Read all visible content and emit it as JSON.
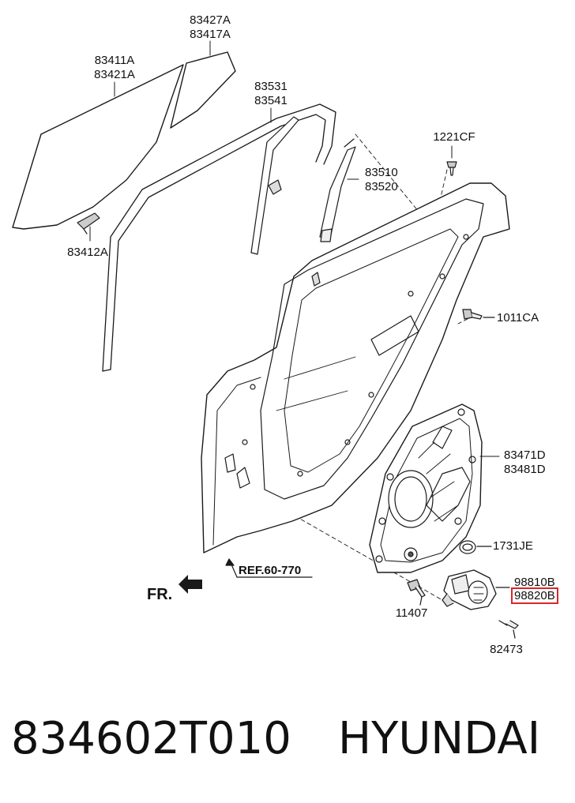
{
  "labels": {
    "l83427": [
      "83427A",
      "83417A"
    ],
    "l83411": [
      "83411A",
      "83421A"
    ],
    "l83531": [
      "83531",
      "83541"
    ],
    "l1221": [
      "1221CF"
    ],
    "l83510": [
      "83510",
      "83520"
    ],
    "l83412": [
      "83412A"
    ],
    "l1011": [
      "1011CA"
    ],
    "l83471": [
      "83471D",
      "83481D"
    ],
    "l1731": [
      "1731JE"
    ],
    "l98810": "98810B",
    "l98820": "98820B",
    "l11407": "11407",
    "l82473": "82473"
  },
  "ref_label": "REF.60-770",
  "fr_label": "FR.",
  "highlight_color": "#d9262c",
  "caption": {
    "part_number": "834602T010",
    "brand": "HYUNDAI"
  }
}
